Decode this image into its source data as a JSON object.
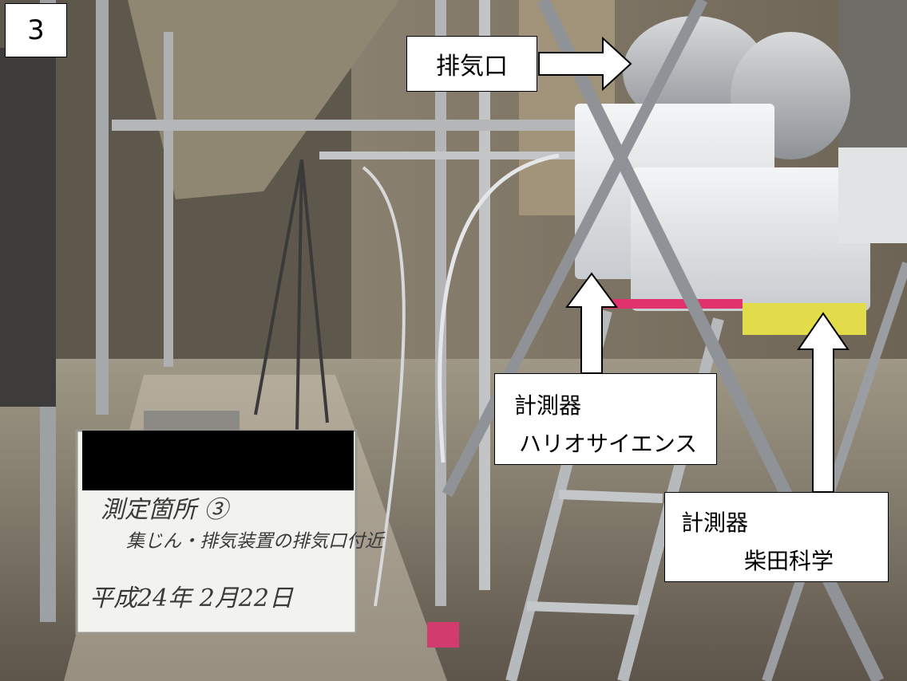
{
  "photo_number": "3",
  "labels": {
    "exhaust_port": "排気口",
    "instrument_hario": {
      "line1": "計測器",
      "line2": "ハリオサイエンス"
    },
    "instrument_shibata": {
      "line1": "計測器",
      "line2": "柴田科学"
    }
  },
  "whiteboard": {
    "line1": "測定箇所 ③",
    "line2": "集じん・排気装置の排気口付近",
    "line3": "平成24年 2月22日"
  },
  "colors": {
    "box_bg": "#ffffff",
    "border": "#000000",
    "redaction": "#000000"
  }
}
